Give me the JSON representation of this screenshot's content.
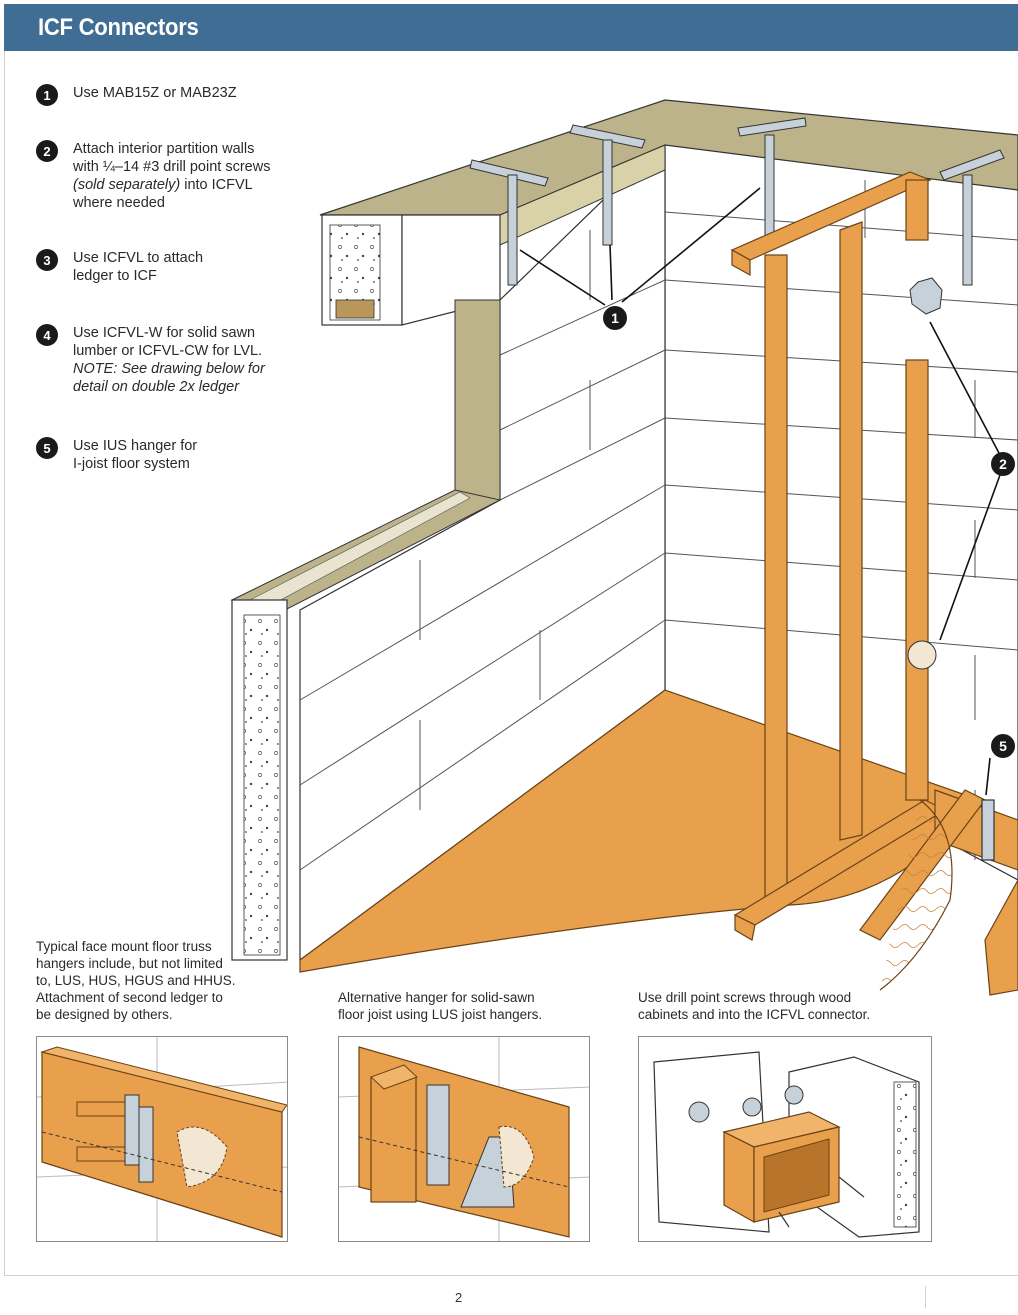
{
  "header": {
    "title": "ICF Connectors"
  },
  "notes": [
    {
      "number": "1",
      "lines": [
        "Use MAB15Z or MAB23Z"
      ]
    },
    {
      "number": "2",
      "lines": [
        "Attach interior partition walls",
        "with ¼–14 #3 drill point screws"
      ],
      "italic": "(sold separately)",
      "after_italic": " into ICFVL",
      "last_line": "where needed"
    },
    {
      "number": "3",
      "lines": [
        "Use ICFVL to attach",
        "ledger to ICF"
      ]
    },
    {
      "number": "4",
      "lines": [
        "Use ICFVL-W for solid sawn",
        "lumber or ICFVL-CW for LVL."
      ],
      "note_lines": [
        "NOTE: See drawing below for",
        "detail on double 2x ledger"
      ]
    },
    {
      "number": "5",
      "lines": [
        "Use IUS hanger for",
        "I-joist floor system"
      ]
    }
  ],
  "callouts": {
    "c1": "1",
    "c2": "2",
    "c5": "5"
  },
  "captions": {
    "left": [
      "Typical face mount floor truss",
      "hangers include, but not limited",
      "to, LUS, HUS, HGUS and HHUS.",
      "Attachment of second ledger to",
      "be designed by others."
    ],
    "middle": [
      "Alternative hanger for solid-sawn",
      "floor joist using LUS joist hangers."
    ],
    "right": [
      "Use drill point screws through wood",
      "cabinets and into the ICFVL connector."
    ]
  },
  "footer": {
    "page_number": "2"
  },
  "colors": {
    "header_bg": "#3f6d94",
    "wood": "#e9a04d",
    "wood_dark": "#b8742a",
    "foam": "#ffffff",
    "ledger_top": "#b9b287",
    "metal": "#c7d1d9"
  }
}
